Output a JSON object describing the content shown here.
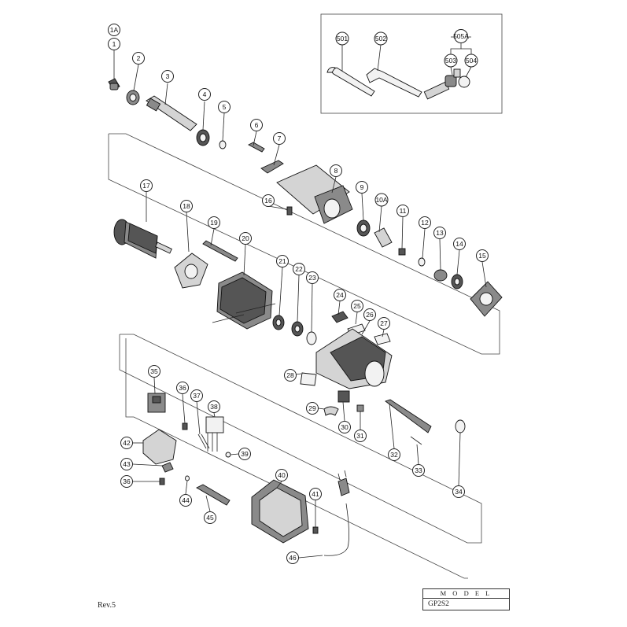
{
  "callouts": [
    {
      "id": "1A"
    },
    {
      "id": "1"
    },
    {
      "id": "2"
    },
    {
      "id": "3"
    },
    {
      "id": "4"
    },
    {
      "id": "5"
    },
    {
      "id": "6"
    },
    {
      "id": "7"
    },
    {
      "id": "8"
    },
    {
      "id": "9"
    },
    {
      "id": "10A"
    },
    {
      "id": "11"
    },
    {
      "id": "12"
    },
    {
      "id": "13"
    },
    {
      "id": "14"
    },
    {
      "id": "15"
    },
    {
      "id": "16"
    },
    {
      "id": "17"
    },
    {
      "id": "18"
    },
    {
      "id": "19"
    },
    {
      "id": "20"
    },
    {
      "id": "21"
    },
    {
      "id": "22"
    },
    {
      "id": "23"
    },
    {
      "id": "24"
    },
    {
      "id": "25"
    },
    {
      "id": "26"
    },
    {
      "id": "27"
    },
    {
      "id": "28"
    },
    {
      "id": "29"
    },
    {
      "id": "30"
    },
    {
      "id": "31"
    },
    {
      "id": "32"
    },
    {
      "id": "33"
    },
    {
      "id": "34"
    },
    {
      "id": "35"
    },
    {
      "id": "36"
    },
    {
      "id": "36b",
      "label": "36"
    },
    {
      "id": "37"
    },
    {
      "id": "38"
    },
    {
      "id": "39"
    },
    {
      "id": "40"
    },
    {
      "id": "41"
    },
    {
      "id": "42"
    },
    {
      "id": "43"
    },
    {
      "id": "44"
    },
    {
      "id": "45"
    },
    {
      "id": "46"
    },
    {
      "id": "501"
    },
    {
      "id": "502"
    },
    {
      "id": "503"
    },
    {
      "id": "504"
    },
    {
      "id": "505A"
    }
  ],
  "footer": {
    "revision": "Rev.5",
    "model_label": "M O D E L",
    "model_value": "GP2S2"
  }
}
